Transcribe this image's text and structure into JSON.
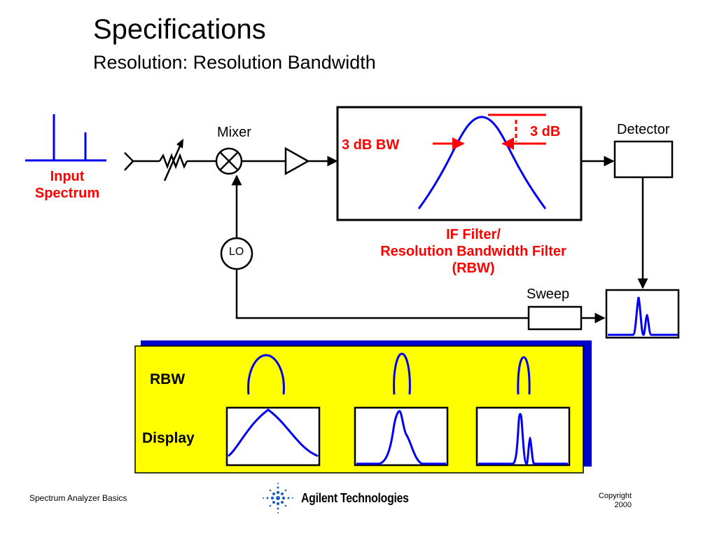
{
  "slide": {
    "title": "Specifications",
    "subtitle": "Resolution: Resolution Bandwidth"
  },
  "diagram": {
    "input_spectrum_label": [
      "Input",
      "Spectrum"
    ],
    "mixer_label": "Mixer",
    "lo_label": "LO",
    "detector_label": "Detector",
    "sweep_label": "Sweep",
    "bw_3db_label": "3 dB BW",
    "db_3_label": "3 dB",
    "if_filter_label": [
      "IF Filter/",
      "Resolution Bandwidth Filter",
      "(RBW)"
    ],
    "colors": {
      "signal_blue": "#0000ee",
      "annotation_red": "#ff0000",
      "panel_yellow": "#ffff00",
      "panel_shadow_blue": "#0000cc"
    }
  },
  "comparison_panel": {
    "rbw_label": "RBW",
    "display_label": "Display"
  },
  "footer": {
    "left_text": "Spectrum Analyzer Basics",
    "company_name": "Agilent Technologies",
    "copyright_lines": [
      "Copyright",
      "2000"
    ],
    "logo_icon": "agilent-spark-logo"
  }
}
